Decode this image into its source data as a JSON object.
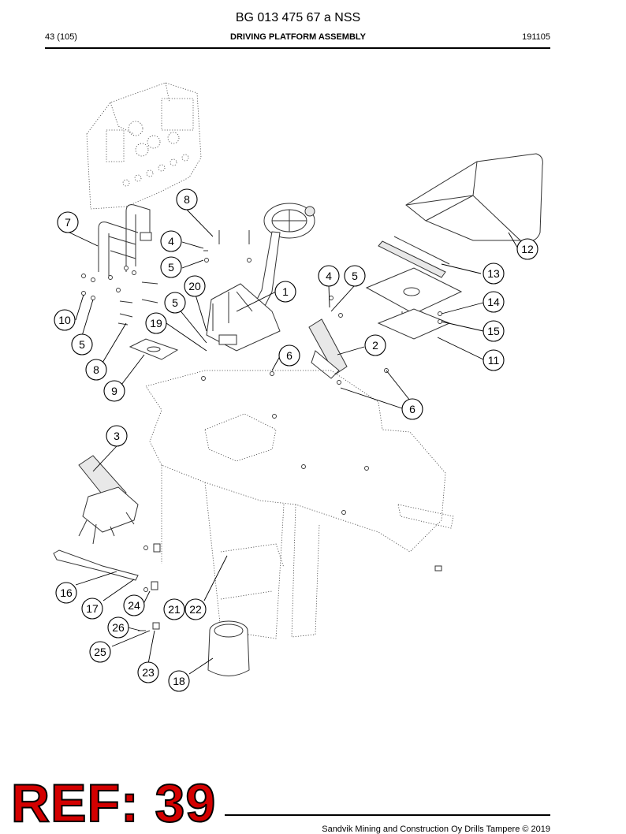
{
  "header": {
    "doc_code": "BG 013 475 67 a NSS",
    "page": "43 (105)",
    "title": "DRIVING PLATFORM ASSEMBLY",
    "date": "191105"
  },
  "callouts": [
    "1",
    "2",
    "3",
    "4",
    "4",
    "5",
    "5",
    "5",
    "5",
    "6",
    "6",
    "7",
    "8",
    "8",
    "9",
    "10",
    "11",
    "12",
    "13",
    "14",
    "15",
    "16",
    "17",
    "18",
    "19",
    "20",
    "21",
    "22",
    "23",
    "24",
    "25",
    "26"
  ],
  "stamp": "REF: 39",
  "footer": {
    "copyright": "Sandvik Mining and Construction Oy Drills Tampere © 2019"
  }
}
